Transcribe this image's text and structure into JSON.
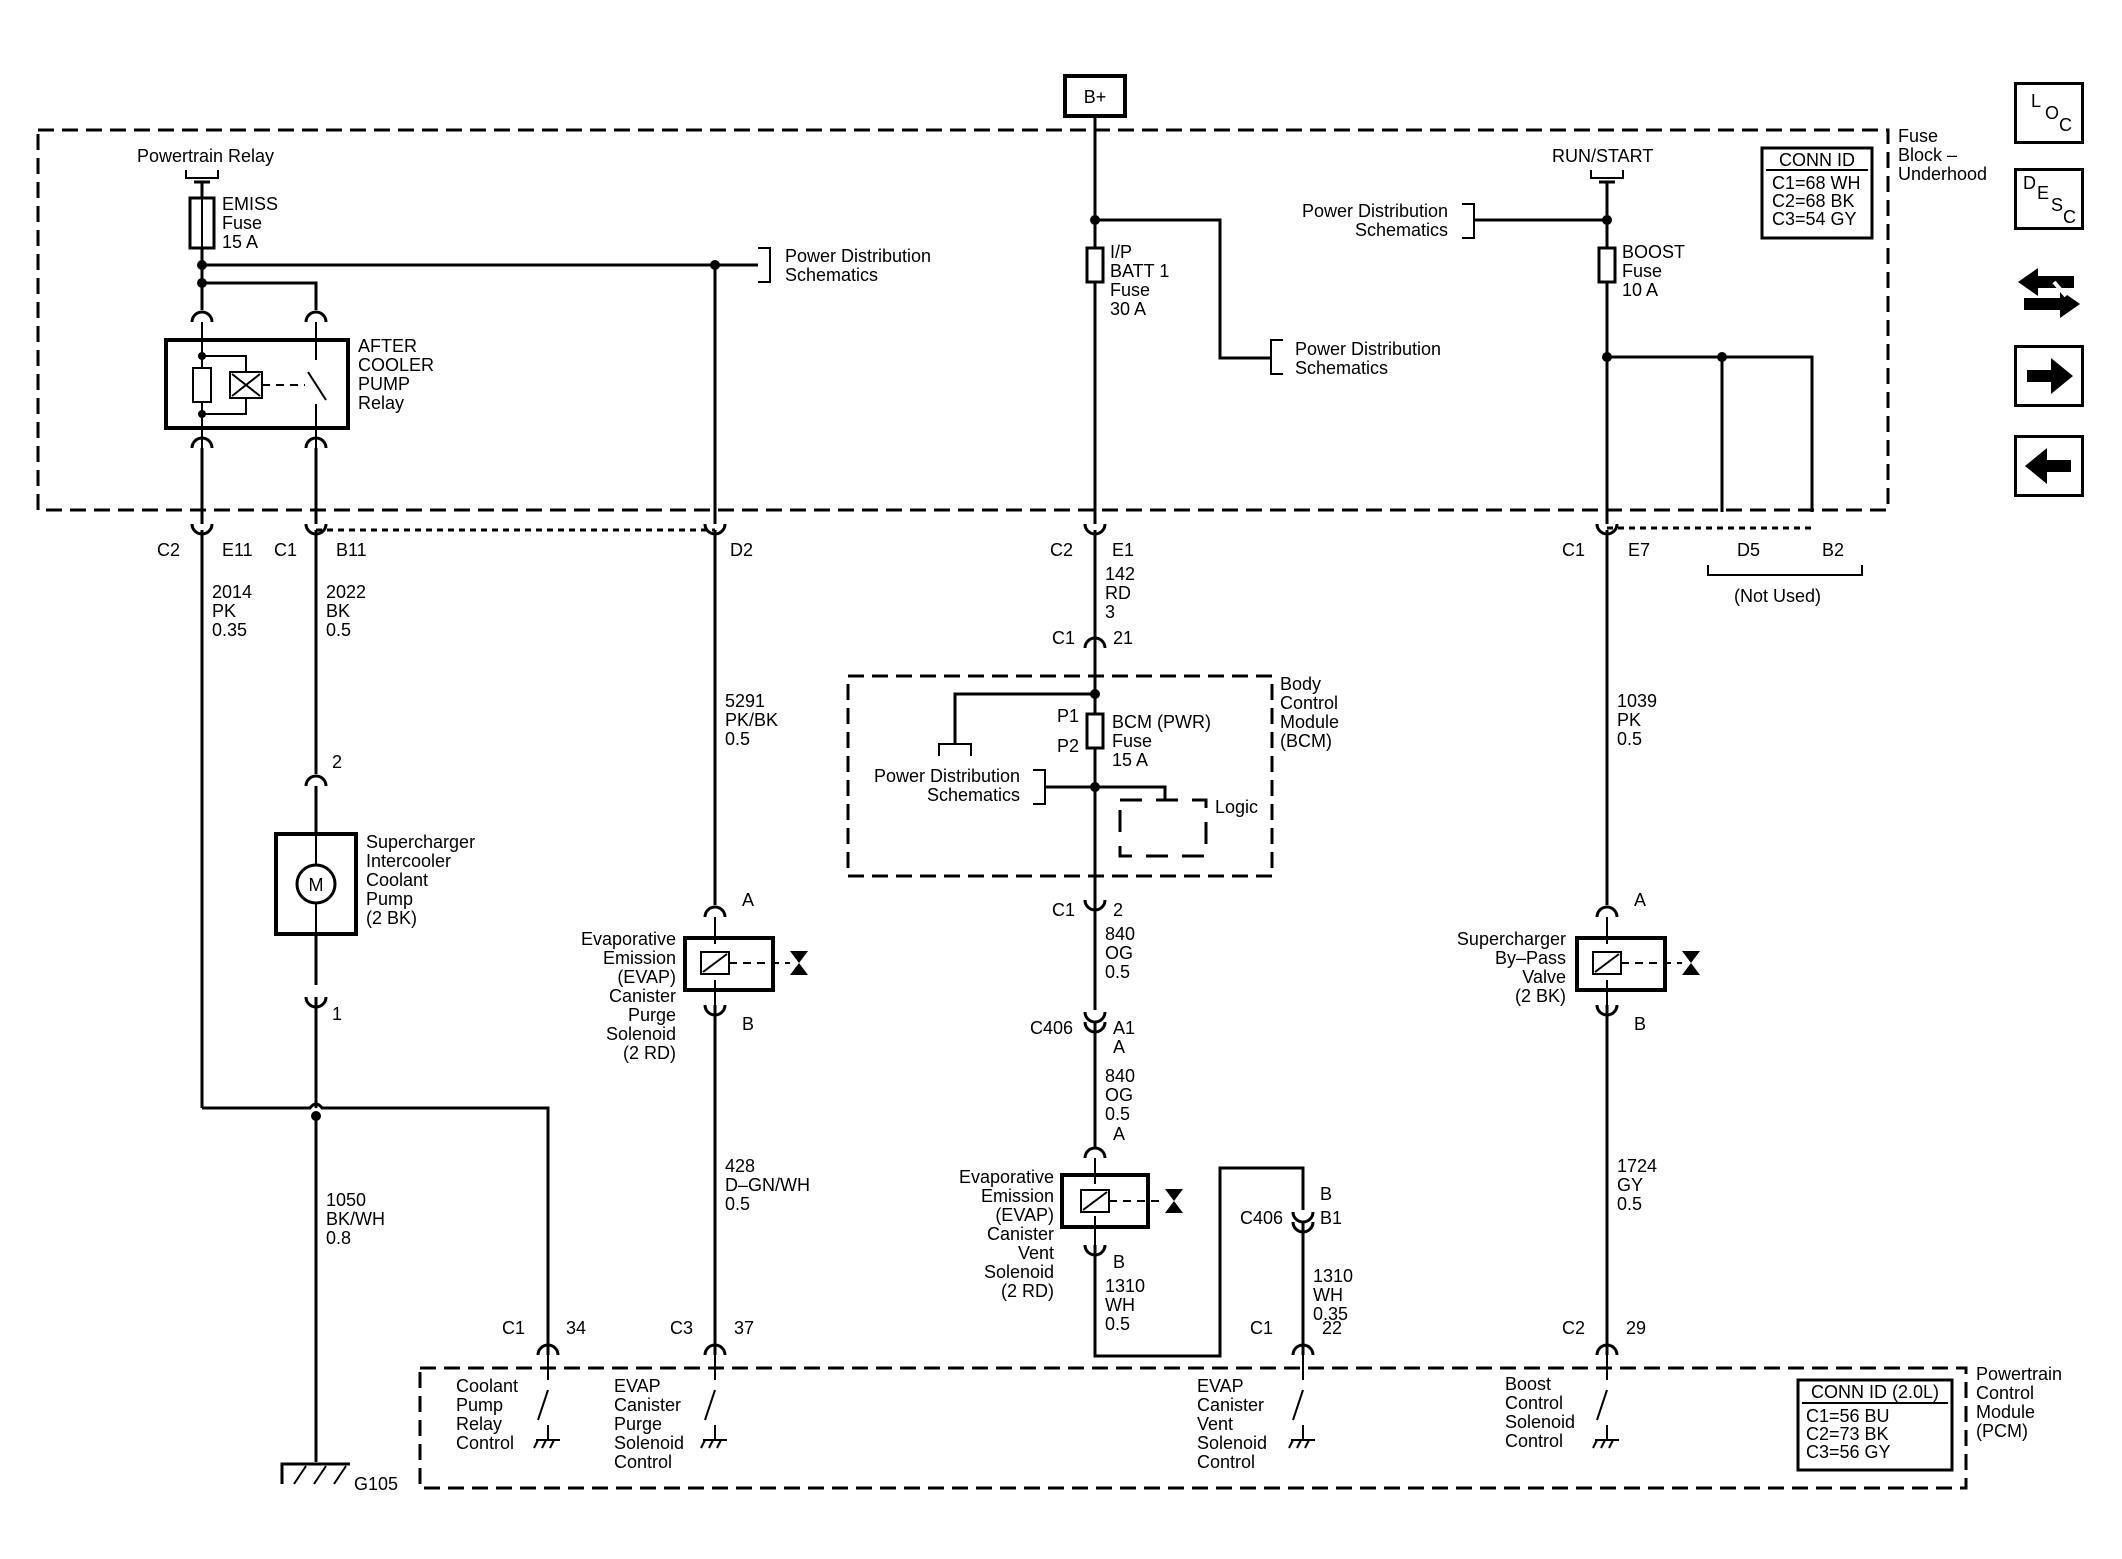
{
  "source": "B+",
  "fuse_block": {
    "title_lines": [
      "Fuse",
      "Block –",
      "Underhood"
    ],
    "conn_id": {
      "title": "CONN ID",
      "lines": [
        "C1=68 WH",
        "C2=68 BK",
        "C3=54 GY"
      ]
    },
    "powertrain_relay": "Powertrain Relay",
    "run_start": "RUN/START",
    "emiss_fuse": [
      "EMISS",
      "Fuse",
      "15 A"
    ],
    "ip_batt_fuse": [
      "I/P",
      "BATT 1",
      "Fuse",
      "30 A"
    ],
    "boost_fuse": [
      "BOOST",
      "Fuse",
      "10 A"
    ],
    "relay": [
      "AFTER",
      "COOLER",
      "PUMP",
      "Relay"
    ],
    "power_dist_a": [
      "Power Distribution",
      "Schematics"
    ],
    "power_dist_b": [
      "Power Distribution",
      "Schematics"
    ],
    "power_dist_c": [
      "Power Distribution",
      "Schematics"
    ]
  },
  "fuse_block_pins": {
    "c2_e11": [
      "C2",
      "E11"
    ],
    "c1_b11": [
      "C1",
      "B11"
    ],
    "d2": "D2",
    "c2_e1": [
      "C2",
      "E1"
    ],
    "c1_e7": [
      "C1",
      "E7"
    ],
    "d5": "D5",
    "b2": "B2",
    "not_used": "(Not Used)"
  },
  "wires": {
    "w2014": [
      "2014",
      "PK",
      "0.35"
    ],
    "w2022": [
      "2022",
      "BK",
      "0.5"
    ],
    "w5291": [
      "5291",
      "PK/BK",
      "0.5"
    ],
    "w142": [
      "142",
      "RD",
      "3"
    ],
    "w1039": [
      "1039",
      "PK",
      "0.5"
    ],
    "w840a": [
      "840",
      "OG",
      "0.5"
    ],
    "w840b": [
      "840",
      "OG",
      "0.5"
    ],
    "w1050": [
      "1050",
      "BK/WH",
      "0.8"
    ],
    "w428": [
      "428",
      "D–GN/WH",
      "0.5"
    ],
    "w1310a": [
      "1310",
      "WH",
      "0.5"
    ],
    "w1310b": [
      "1310",
      "WH",
      "0.35"
    ],
    "w1724": [
      "1724",
      "GY",
      "0.5"
    ]
  },
  "bcm": {
    "title": [
      "Body",
      "Control",
      "Module",
      "(BCM)"
    ],
    "c1_21": [
      "C1",
      "21"
    ],
    "c1_2": [
      "C1",
      "2"
    ],
    "fuse": [
      "BCM (PWR)",
      "Fuse",
      "15 A"
    ],
    "p1": "P1",
    "p2": "P2",
    "power_dist": [
      "Power Distribution",
      "Schematics"
    ],
    "logic": "Logic"
  },
  "pump": {
    "pin_top": "2",
    "pin_bottom": "1",
    "motor_symbol": "M",
    "label": [
      "Supercharger",
      "Intercooler",
      "Coolant",
      "Pump",
      "(2 BK)"
    ]
  },
  "evap_purge": {
    "pin_a": "A",
    "pin_b": "B",
    "label": [
      "Evaporative",
      "Emission",
      "(EVAP)",
      "Canister",
      "Purge",
      "Solenoid",
      "(2 RD)"
    ]
  },
  "bypass_valve": {
    "pin_a": "A",
    "pin_b": "B",
    "label": [
      "Supercharger",
      "By–Pass",
      "Valve",
      "(2 BK)"
    ]
  },
  "c406": {
    "a": [
      "C406",
      "A1",
      "A"
    ],
    "b": [
      "C406",
      "B",
      "B1"
    ],
    "a_lower": "A"
  },
  "evap_vent": {
    "pin_b": "B",
    "label": [
      "Evaporative",
      "Emission",
      "(EVAP)",
      "Canister",
      "Vent",
      "Solenoid",
      "(2 RD)"
    ]
  },
  "ground": "G105",
  "pcm": {
    "title": [
      "Powertrain",
      "Control",
      "Module",
      "(PCM)"
    ],
    "conn_id": {
      "title": "CONN ID (2.0L)",
      "lines": [
        "C1=56 BU",
        "C2=73 BK",
        "C3=56 GY"
      ]
    },
    "pins": {
      "c1_34": [
        "C1",
        "34"
      ],
      "c3_37": [
        "C3",
        "37"
      ],
      "c1_22": [
        "C1",
        "22"
      ],
      "c2_29": [
        "C2",
        "29"
      ]
    },
    "coolant_ctrl": [
      "Coolant",
      "Pump",
      "Relay",
      "Control"
    ],
    "purge_ctrl": [
      "EVAP",
      "Canister",
      "Purge",
      "Solenoid",
      "Control"
    ],
    "vent_ctrl": [
      "EVAP",
      "Canister",
      "Vent",
      "Solenoid",
      "Control"
    ],
    "boost_ctrl": [
      "Boost",
      "Control",
      "Solenoid",
      "Control"
    ]
  },
  "nav": {
    "loc": [
      "L",
      "O",
      "C"
    ],
    "desc": [
      "D",
      "E",
      "S",
      "C"
    ],
    "icons": [
      "swap-arrows-icon",
      "arrow-right-icon",
      "arrow-left-icon"
    ]
  }
}
